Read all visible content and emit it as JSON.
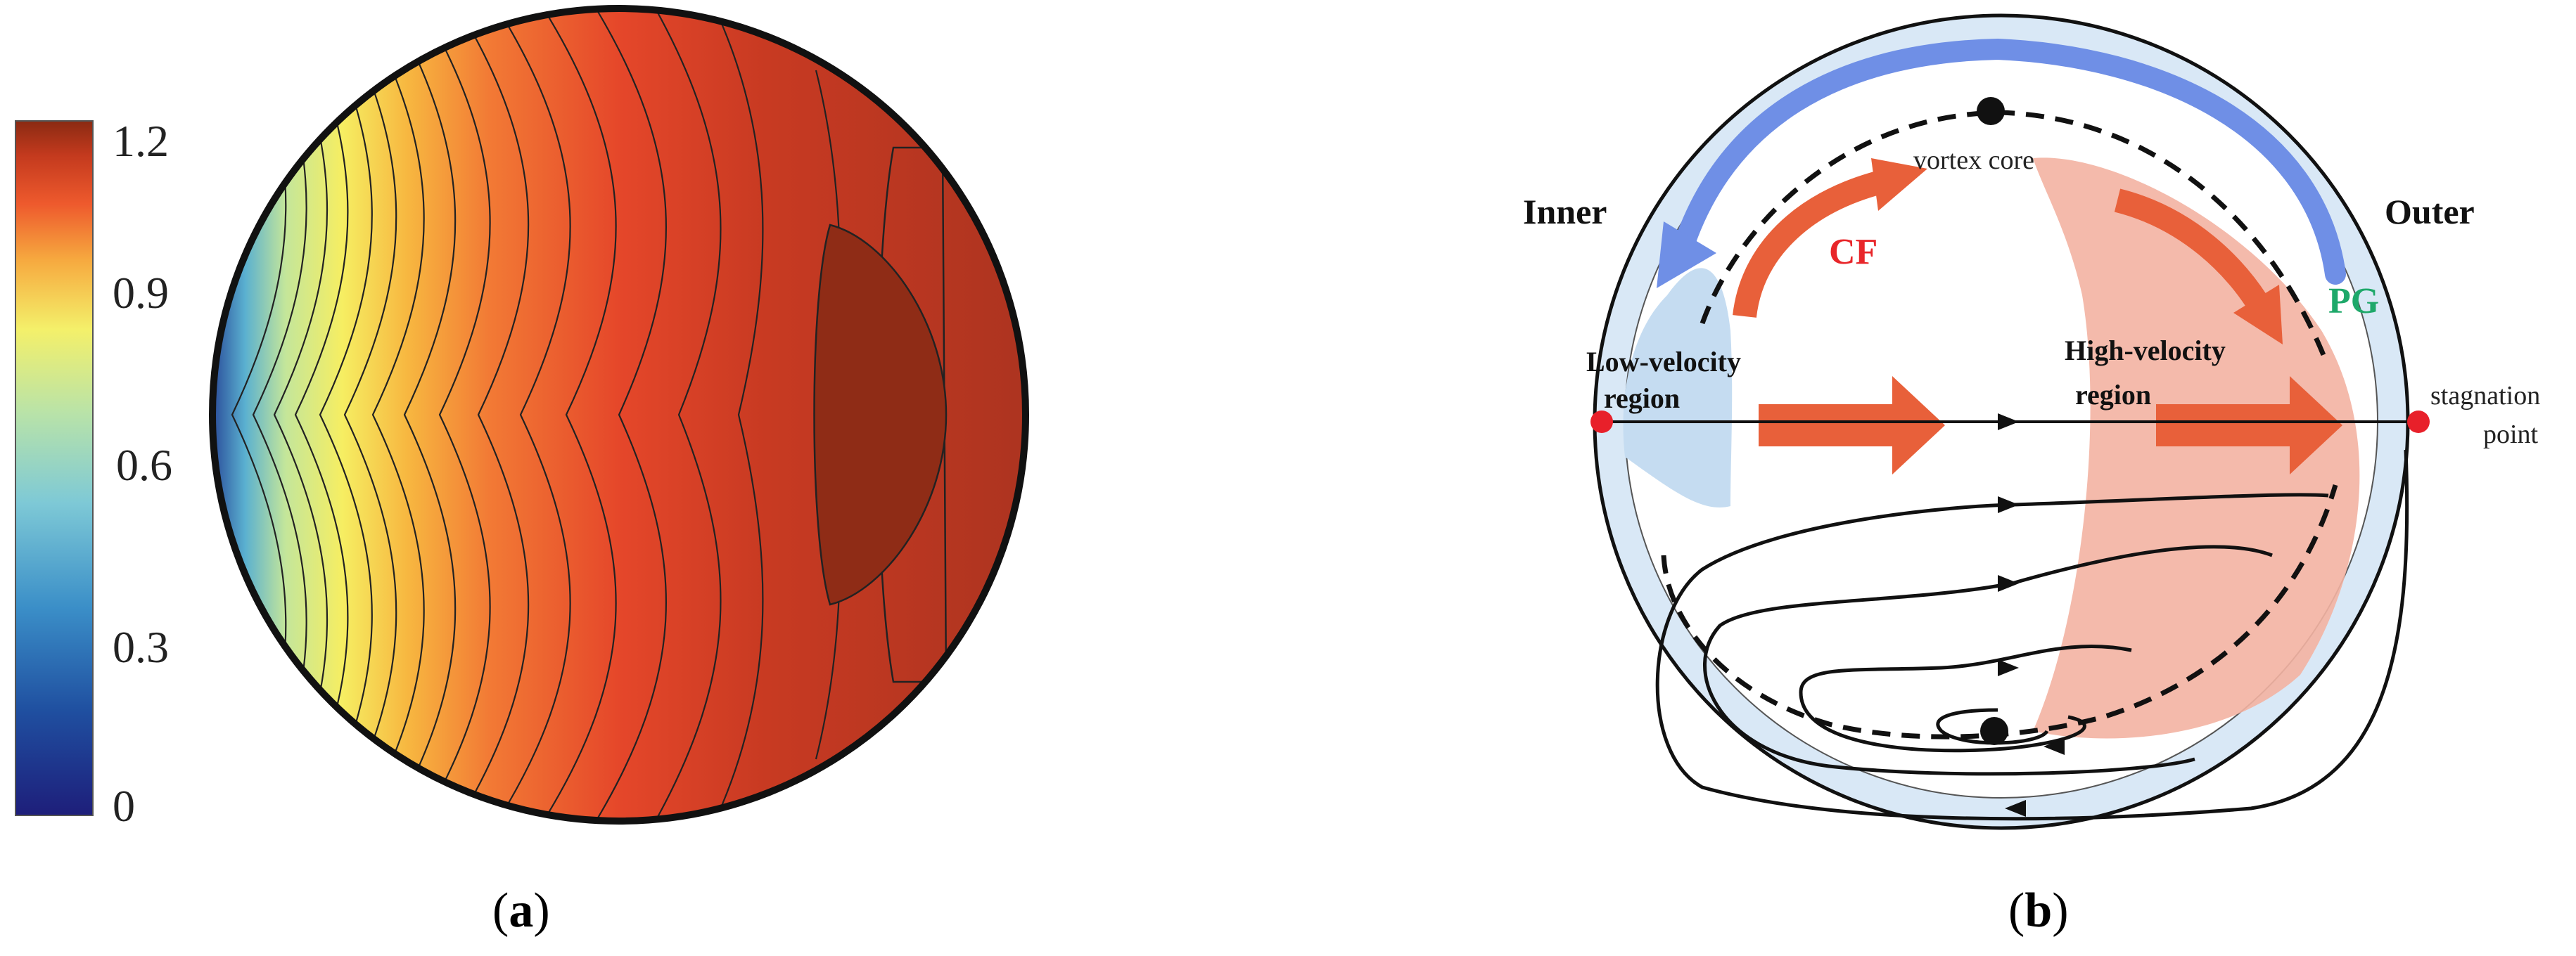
{
  "panel_a": {
    "label_letter": "a",
    "colorbar": {
      "ticks": [
        "1.2",
        "0.9",
        "0.6",
        "0.3",
        "0"
      ],
      "min": 0,
      "max": 1.2,
      "colors": [
        "#1e1e7a",
        "#1f4fa0",
        "#3b8fc8",
        "#7ec9d6",
        "#b9e3a8",
        "#f4f06a",
        "#f6a93f",
        "#ee5a2d",
        "#c43a1e",
        "#8a2a12"
      ]
    }
  },
  "panel_b": {
    "label_letter": "b",
    "labels": {
      "inner": "Inner",
      "outer": "Outer",
      "vortex_core": "vortex core",
      "cf": "CF",
      "pg": "PG",
      "low_velocity_1": "Low-velocity",
      "low_velocity_2": "region",
      "high_velocity_1": "High-velocity",
      "high_velocity_2": "region",
      "stagnation_1": "stagnation",
      "stagnation_2": "point"
    },
    "colors": {
      "outer_ring": "#d9e8f6",
      "low_velocity": "#c5dcf1",
      "high_velocity": "#f3b2a2",
      "arrow_orange": "#e8603a",
      "arrow_blue": "#6f8fe6",
      "stagnation_dot": "#e8202a"
    }
  }
}
